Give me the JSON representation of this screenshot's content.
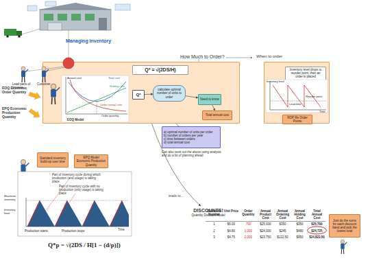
{
  "diagram": {
    "title": "Managing Inventory",
    "nodes": [
      {
        "text": [
          "How Much to Order?"
        ]
      },
      {
        "text": [
          "Q* = √(2DS/H)"
        ],
        "in": 0
      },
      {
        "text": [
          "Q*"
        ],
        "in": 0
      },
      {
        "text": [
          "calculate optimal number of units to order"
        ],
        "in": 0
      },
      {
        "text": [
          "Need to know"
        ],
        "in": 0
      },
      {
        "text": [
          "Total annual cost"
        ],
        "in": 0
      },
      {
        "text": [
          "a) optimal number of units per order",
          "b) number of orders per year",
          "c) time between orders",
          "d) total annual cost"
        ]
      },
      {
        "text": [
          "When to order"
        ]
      },
      {
        "text": [
          "Inventory level drops to reorder point, then an order is placed"
        ],
        "in": 7
      },
      {
        "text": [
          "ROP Re Order Points"
        ],
        "in": 7
      },
      {
        "text": [
          "DISCOUNTS!",
          "Quantity Discount Model"
        ]
      },
      {
        "text": [
          "Just do the sums for each discount band and pick the lowest total"
        ]
      },
      {
        "text": [
          "Standard inventory build-up over time"
        ]
      },
      {
        "text": [
          "EPQ Model Economic Production Quantity"
        ]
      }
    ],
    "edges": [
      {
        "from": 2,
        "to": 3,
        "arrow": "to"
      },
      {
        "from": 3,
        "to": 4,
        "arrow": "to"
      },
      {
        "from": 4,
        "to": 5,
        "arrow": "to"
      },
      {
        "from": 0,
        "to": 6,
        "arrow": "none"
      },
      {
        "from": 0,
        "to": 10,
        "label": "leads to...",
        "arrow": "to"
      }
    ],
    "labels": [
      "Lead parts of process",
      "Customer",
      "EOQ Economic Order Quantity",
      "EPQ Economic Production Quantity",
      "Annual cost",
      "Total cost",
      "Holding cost",
      "Order (setup) cost",
      "Order quantity",
      "EOQ Model",
      "Can also work out the above using analysis and do a bit of planning ahead",
      "Inventory level",
      "Reorder point",
      "Lead time",
      "Time",
      "Part of inventory cycle during which production (and usage) is taking place",
      "Part of inventory cycle with no production (only usage) is taking place",
      "Maximum inventory",
      "Inventory level",
      "Time",
      "Production starts",
      "Production stops",
      "Q*p = √(2DS / H[1 − (d/p)])",
      "Discount Number",
      "Unit Price",
      "Order Quantity",
      "Annual Product Cost",
      "Annual Ordering Cost",
      "Annual Holding Cost",
      "Total Annual Cost",
      "1",
      "$5.00",
      "700",
      "$25,000",
      "$350",
      "$350",
      "$25,700",
      "2",
      "$4.80",
      "1,000",
      "$24,000",
      "$245",
      "$480",
      "$24,725",
      "3",
      "$4.75",
      "2,000",
      "$23,750",
      "$122.50",
      "$950",
      "$24,822.50"
    ]
  }
}
